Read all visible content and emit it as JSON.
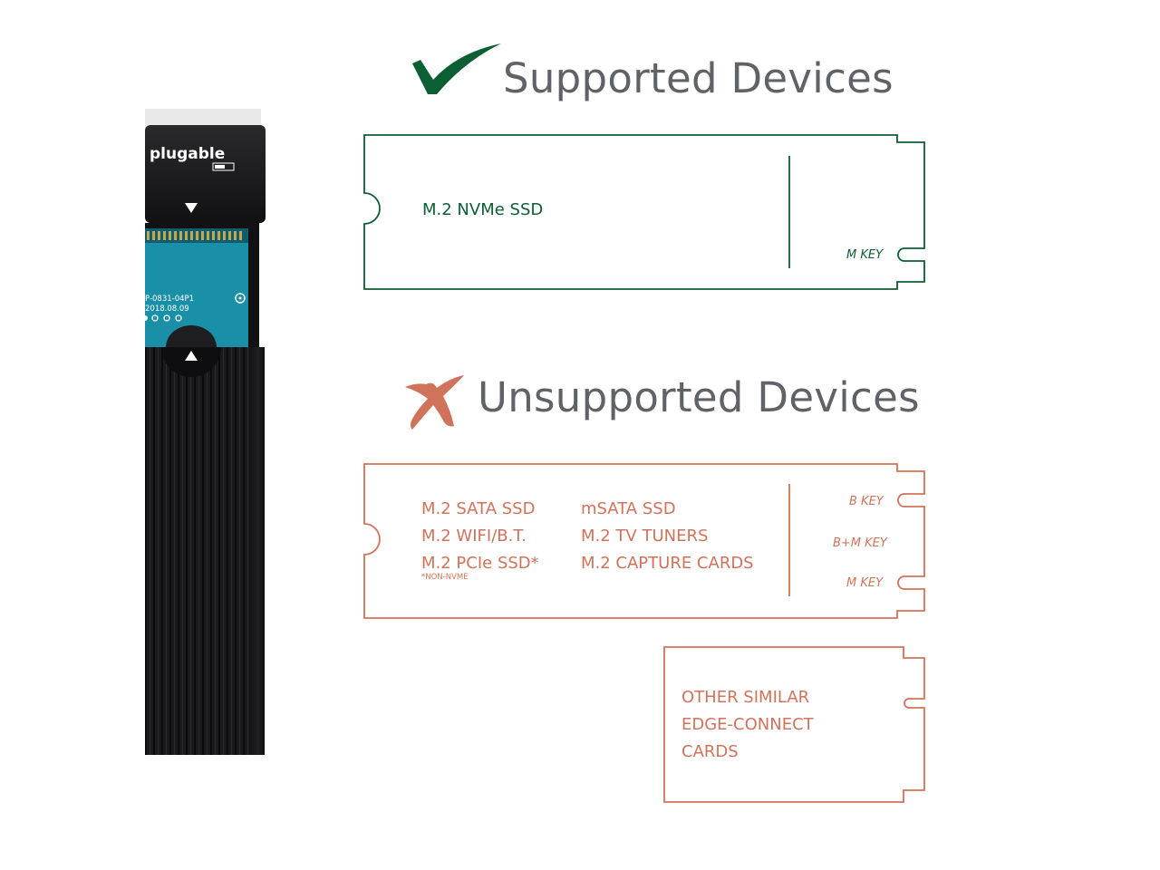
{
  "colors": {
    "supported": "#0c5e33",
    "unsupported": "#d0735a",
    "heading": "#5f6368",
    "enclosure": "#1c1c1e",
    "pcb": "#1a8fa8"
  },
  "enclosure": {
    "brand": "plugable",
    "pcb_code": "P-0831-04P1",
    "pcb_date": "2018.08.09",
    "icons": [
      "triangle-down-icon",
      "triangle-up-icon"
    ]
  },
  "supported": {
    "icon": "check-icon",
    "title": "Supported Devices",
    "card": {
      "label": "M.2 NVMe SSD",
      "key": "M KEY"
    }
  },
  "unsupported": {
    "icon": "cross-icon",
    "title": "Unsupported Devices",
    "card": {
      "col1": [
        "M.2 SATA SSD",
        "M.2 WIFI/B.T.",
        "M.2 PCIe SSD*"
      ],
      "note": "*NON-NVME",
      "col2": [
        "mSATA SSD",
        "M.2 TV TUNERS",
        "M.2 CAPTURE CARDS"
      ],
      "keys": [
        "B KEY",
        "B+M KEY",
        "M KEY"
      ]
    },
    "other_card": {
      "lines": [
        "OTHER SIMILAR",
        "EDGE-CONNECT",
        "CARDS"
      ]
    }
  }
}
